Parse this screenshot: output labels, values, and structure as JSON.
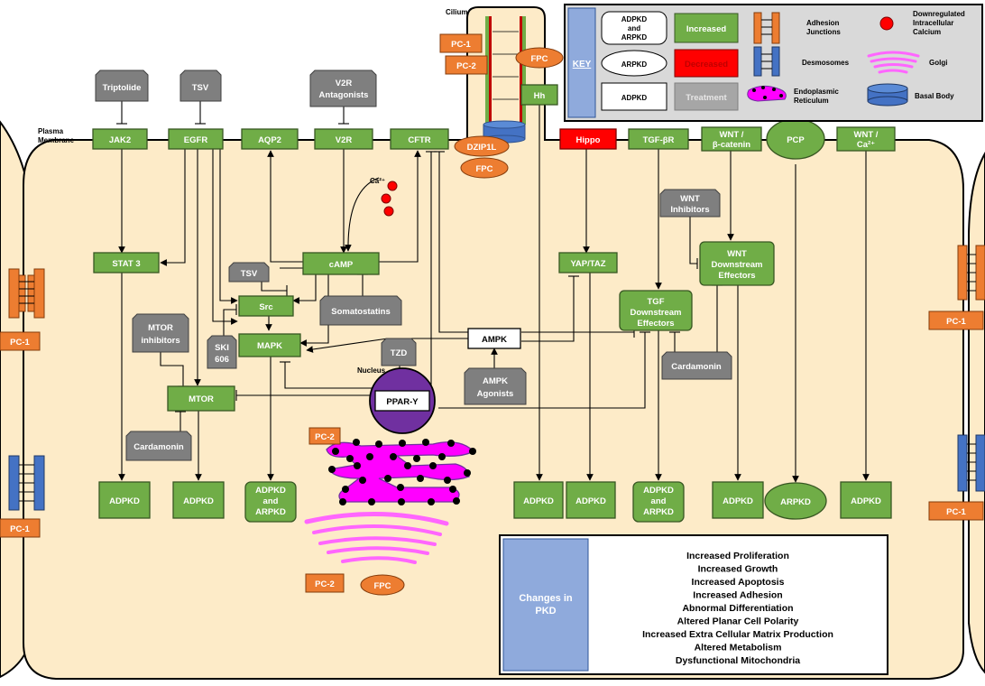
{
  "labels": {
    "cilium": "Cilium",
    "plasma_membrane_1": "Plasma",
    "plasma_membrane_2": "Membrane",
    "nucleus": "Nucleus",
    "calcium": "Ca²⁺"
  },
  "membrane_proteins": {
    "jak2": "JAK2",
    "egfr": "EGFR",
    "aqp2": "AQP2",
    "v2r": "V2R",
    "cftr": "CFTR",
    "hippo": "Hippo",
    "tgfbr": "TGF-βR",
    "wnt_bcat_1": "WNT /",
    "wnt_bcat_2": "β-catenin",
    "pcp": "PCP",
    "wnt_ca_1": "WNT /",
    "wnt_ca_2": "Ca²⁺"
  },
  "treatments": {
    "triptolide": "Triptolide",
    "tsv_top": "TSV",
    "v2r_ant_1": "V2R",
    "v2r_ant_2": "Antagonists",
    "tsv_mid": "TSV",
    "somatostatins": "Somatostatins",
    "mtor_inh_1": "MTOR",
    "mtor_inh_2": "inhibitors",
    "ski_1": "SKI",
    "ski_2": "606",
    "tzd": "TZD",
    "ampk_ag_1": "AMPK",
    "ampk_ag_2": "Agonists",
    "cardamonin_left": "Cardamonin",
    "cardamonin_right": "Cardamonin",
    "wnt_inh_1": "WNT",
    "wnt_inh_2": "Inhibitors"
  },
  "nodes": {
    "stat3": "STAT 3",
    "camp": "cAMP",
    "src": "Src",
    "mapk": "MAPK",
    "mtor": "MTOR",
    "ampk": "AMPK",
    "ppar": "PPAR-Y",
    "yap": "YAP/TAZ",
    "tgf_d_1": "TGF",
    "tgf_d_2": "Downstream",
    "tgf_d_3": "Effectors",
    "wnt_d_1": "WNT",
    "wnt_d_2": "Downstream",
    "wnt_d_3": "Effectors"
  },
  "outcomes": {
    "adpkd_1": "ADPKD",
    "adpkd_2": "ADPKD",
    "mixed_1a": "ADPKD",
    "mixed_1b": "and",
    "mixed_1c": "ARPKD",
    "adpkd_3": "ADPKD",
    "adpkd_4": "ADPKD",
    "mixed_2a": "ADPKD",
    "mixed_2b": "and",
    "mixed_2c": "ARPKD",
    "adpkd_5": "ADPKD",
    "arpkd": "ARPKD",
    "adpkd_6": "ADPKD"
  },
  "proteins": {
    "pc1": "PC-1",
    "pc2": "PC-2",
    "fpc": "FPC",
    "hh": "Hh",
    "dzip1l": "DZIP1L",
    "fpc_2": "FPC",
    "pc2_golgi": "PC-2",
    "pc2_bottom": "PC-2",
    "fpc_bottom": "FPC",
    "pc1_left": "PC-1",
    "pc1_left_bottom": "PC-1",
    "pc1_right": "PC-1",
    "pc1_right_bottom": "PC-1"
  },
  "key": {
    "title": "KEY",
    "both_1": "ADPKD",
    "both_2": "and",
    "both_3": "ARPKD",
    "arpkd": "ARPKD",
    "adpkd": "ADPKD",
    "increased": "Increased",
    "decreased": "Decreased",
    "treatment": "Treatment",
    "adhesion_1": "Adhesion",
    "adhesion_2": "Junctions",
    "desmosomes": "Desmosomes",
    "er_1": "Endoplasmic",
    "er_2": "Reticulum",
    "calcium_1": "Downregulated",
    "calcium_2": "Intracellular",
    "calcium_3": "Calcium",
    "golgi": "Golgi",
    "basal_body": "Basal Body"
  },
  "changes": {
    "title_1": "Changes in",
    "title_2": "PKD",
    "items": [
      "Increased Proliferation",
      "Increased Growth",
      "Increased Apoptosis",
      "Increased Adhesion",
      "Abnormal Differentiation",
      "Altered Planar Cell Polarity",
      "Increased Extra Cellular Matrix Production",
      "Altered Metabolism",
      "Dysfunctional Mitochondria"
    ]
  },
  "colors": {
    "cytoplasm": "#fdebc8",
    "green": "#70ad47",
    "gray": "#7f7f7f",
    "orange": "#ed7d31",
    "red": "#ff0000",
    "blue": "#8faadc",
    "purple": "#7030a0",
    "magenta": "#ff00ff"
  }
}
